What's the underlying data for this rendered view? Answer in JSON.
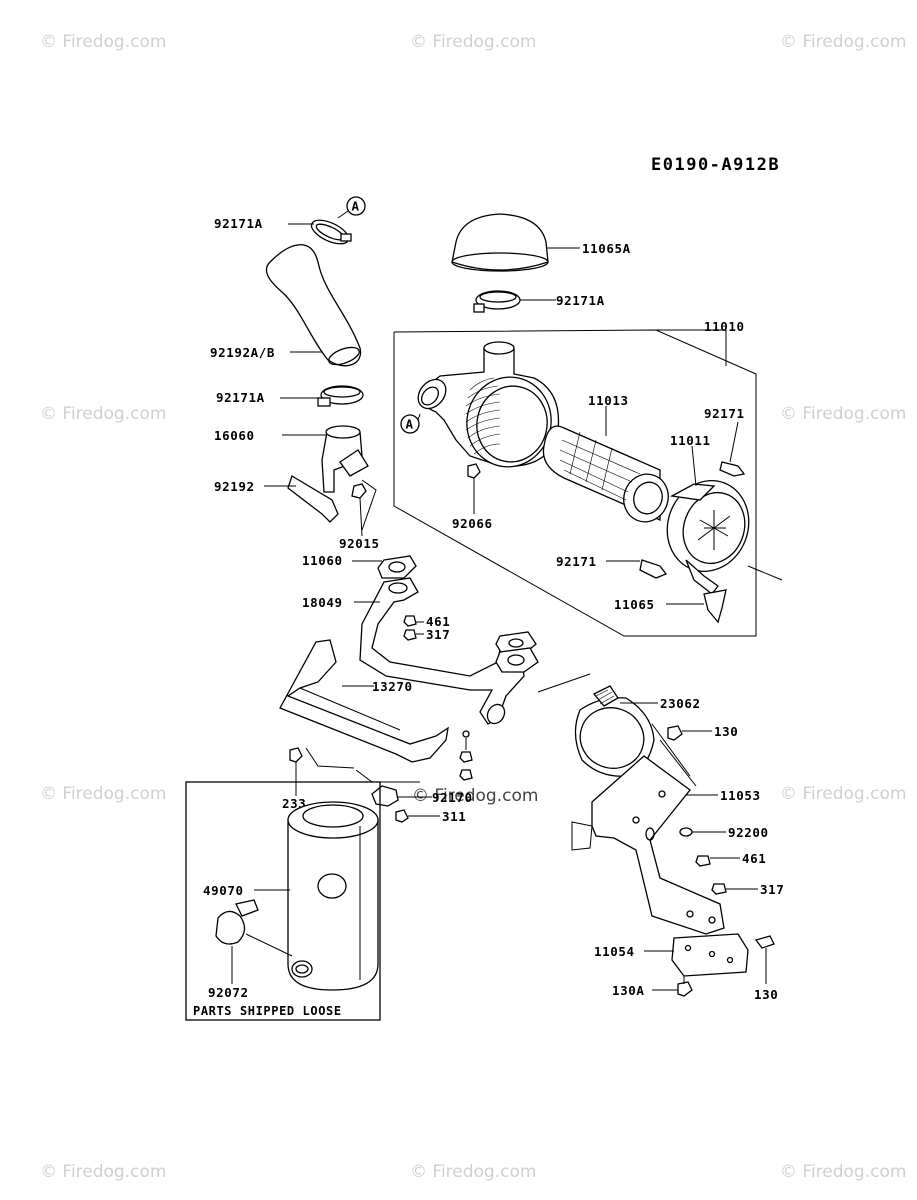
{
  "diagram_code": "E0190-A912B",
  "watermark": "© Firedog.com",
  "callouts": {
    "A_top": "A",
    "A_mid": "A"
  },
  "parts_box_note": "PARTS SHIPPED LOOSE",
  "labels": {
    "p92171A_1": "92171A",
    "p92192AB": "92192A/B",
    "p92171A_2": "92171A",
    "p16060": "16060",
    "p92192": "92192",
    "p92015": "92015",
    "p11060": "11060",
    "p18049": "18049",
    "p461_1": "461",
    "p317_1": "317",
    "p13270": "13270",
    "p233": "233",
    "p92170": "92170",
    "p311": "311",
    "p49070": "49070",
    "p92072": "92072",
    "p11065A": "11065A",
    "p92171A_3": "92171A",
    "p11010": "11010",
    "p11013": "11013",
    "p92171_1": "92171",
    "p11011": "11011",
    "p92066": "92066",
    "p92171_2": "92171",
    "p11065": "11065",
    "p23062": "23062",
    "p130_1": "130",
    "p11053": "11053",
    "p92200": "92200",
    "p461_2": "461",
    "p317_2": "317",
    "p11054": "11054",
    "p130A": "130A",
    "p130_2": "130"
  }
}
